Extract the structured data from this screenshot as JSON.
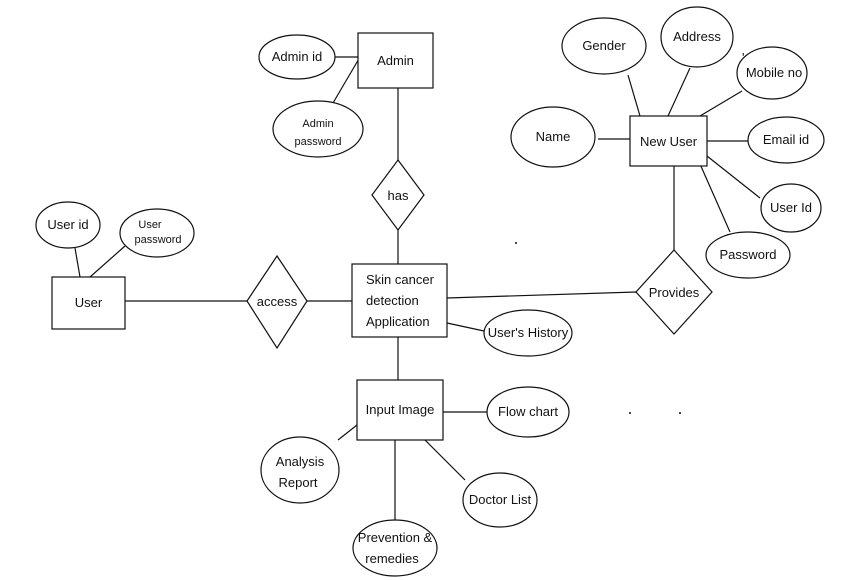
{
  "diagram": {
    "entities": {
      "admin": "Admin",
      "new_user": "New User",
      "user": "User",
      "app": [
        "Skin cancer",
        "detection",
        "Application"
      ],
      "input_image": "Input Image"
    },
    "relationships": {
      "has": "has",
      "access": "access",
      "provides": "Provides"
    },
    "attributes": {
      "admin_id": "Admin id",
      "admin_password": [
        "Admin",
        "password"
      ],
      "gender": "Gender",
      "address": "Address",
      "mobile_no": "Mobile no",
      "name": "Name",
      "email_id": "Email id",
      "user_id_new": "User Id",
      "password": "Password",
      "user_id": "User id",
      "user_password": [
        "User",
        "password"
      ],
      "users_history": "User's History",
      "flow_chart": "Flow chart",
      "analysis_report": [
        "Analysis",
        "Report"
      ],
      "doctor_list": "Doctor List",
      "prevention": [
        "Prevention &",
        "remedies"
      ]
    }
  }
}
